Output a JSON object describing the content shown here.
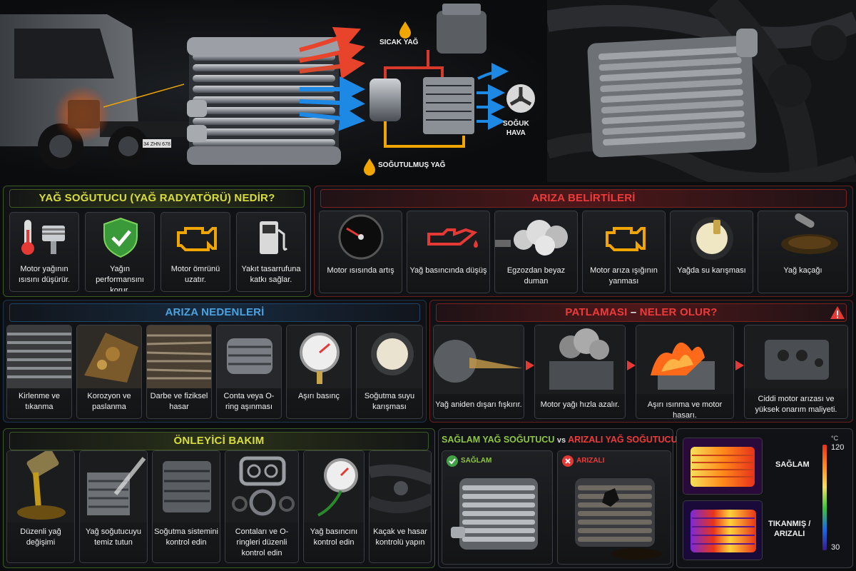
{
  "hero": {
    "labels": {
      "hot_oil": "SICAK YAĞ",
      "cooled_oil": "SOĞUTULMUŞ YAĞ",
      "cold_air": "SOĞUK\nHAVA"
    },
    "plate": "34 ZHN 678"
  },
  "section_what": {
    "title": "YAĞ SOĞUTUCU (YAĞ RADYATÖRÜ) NEDİR?",
    "items": [
      {
        "icon": "thermometer-piston-icon",
        "label": "Motor yağının ısısını düşürür."
      },
      {
        "icon": "shield-check-icon",
        "label": "Yağın performansını korur."
      },
      {
        "icon": "engine-icon",
        "label": "Motor ömrünü uzatır."
      },
      {
        "icon": "fuel-pump-icon",
        "label": "Yakıt tasarrufuna katkı sağlar."
      }
    ]
  },
  "section_symptoms": {
    "title": "ARIZA BELİRTİLERİ",
    "items": [
      {
        "icon": "temperature-gauge-icon",
        "label": "Motor ısısında artış"
      },
      {
        "icon": "oil-can-icon",
        "label": "Yağ basıncında düşüş"
      },
      {
        "icon": "white-smoke-icon",
        "label": "Egzozdan beyaz duman"
      },
      {
        "icon": "check-engine-icon",
        "label": "Motor arıza ışığının yanması"
      },
      {
        "icon": "milky-oil-icon",
        "label": "Yağda su karışması"
      },
      {
        "icon": "oil-leak-icon",
        "label": "Yağ kaçağı"
      }
    ]
  },
  "section_causes": {
    "title": "ARIZA NEDENLERİ",
    "items": [
      {
        "icon": "clogged-fins-icon",
        "label": "Kirlenme ve tıkanma"
      },
      {
        "icon": "corrosion-icon",
        "label": "Korozyon ve paslanma"
      },
      {
        "icon": "damaged-fins-icon",
        "label": "Darbe ve fiziksel hasar"
      },
      {
        "icon": "gasket-icon",
        "label": "Conta veya O-ring aşınması"
      },
      {
        "icon": "pressure-gauge-icon",
        "label": "Aşırı basınç"
      },
      {
        "icon": "coolant-mix-icon",
        "label": "Soğutma suyu karışması"
      }
    ]
  },
  "section_explosion": {
    "title_main": "PATLAMASI",
    "title_dash": "–",
    "title_rest": "NELER OLUR?",
    "steps": [
      {
        "icon": "oil-spray-icon",
        "label": "Yağ aniden dışarı fışkırır."
      },
      {
        "icon": "engine-smoke-icon",
        "label": "Motor yağı hızla azalır."
      },
      {
        "icon": "engine-fire-icon",
        "label": "Aşırı ısınma ve motor hasarı."
      },
      {
        "icon": "broken-engine-icon",
        "label": "Ciddi motor arızası ve yüksek onarım maliyeti."
      }
    ]
  },
  "section_maintenance": {
    "title": "ÖNLEYİCİ BAKIM",
    "items": [
      {
        "icon": "oil-pour-icon",
        "label": "Düzenli yağ değişimi"
      },
      {
        "icon": "spray-clean-icon",
        "label": "Yağ soğutucuyu temiz tutun"
      },
      {
        "icon": "cooling-system-icon",
        "label": "Soğutma sistemini kontrol edin"
      },
      {
        "icon": "gasket-set-icon",
        "label": "Contaları ve O-ringleri düzenli kontrol edin"
      },
      {
        "icon": "pressure-check-icon",
        "label": "Yağ basıncını kontrol edin"
      },
      {
        "icon": "leak-hoses-icon",
        "label": "Kaçak ve hasar kontrolü yapın"
      }
    ]
  },
  "section_compare": {
    "title_good": "SAĞLAM YAĞ SOĞUTUCU",
    "title_vs": "vs",
    "title_bad": "ARIZALI YAĞ SOĞUTUCU",
    "good_label": "SAĞLAM",
    "bad_label": "ARIZALI"
  },
  "section_thermal": {
    "good_label": "SAĞLAM",
    "bad_label": "TIKANMIŞ /\nARIZALI",
    "unit": "°C",
    "max": "120",
    "min": "30"
  },
  "colors": {
    "hot": "#e8432b",
    "cold": "#1e88e5",
    "oil": "#f0a500",
    "danger": "#e53935",
    "ok": "#43a047"
  }
}
